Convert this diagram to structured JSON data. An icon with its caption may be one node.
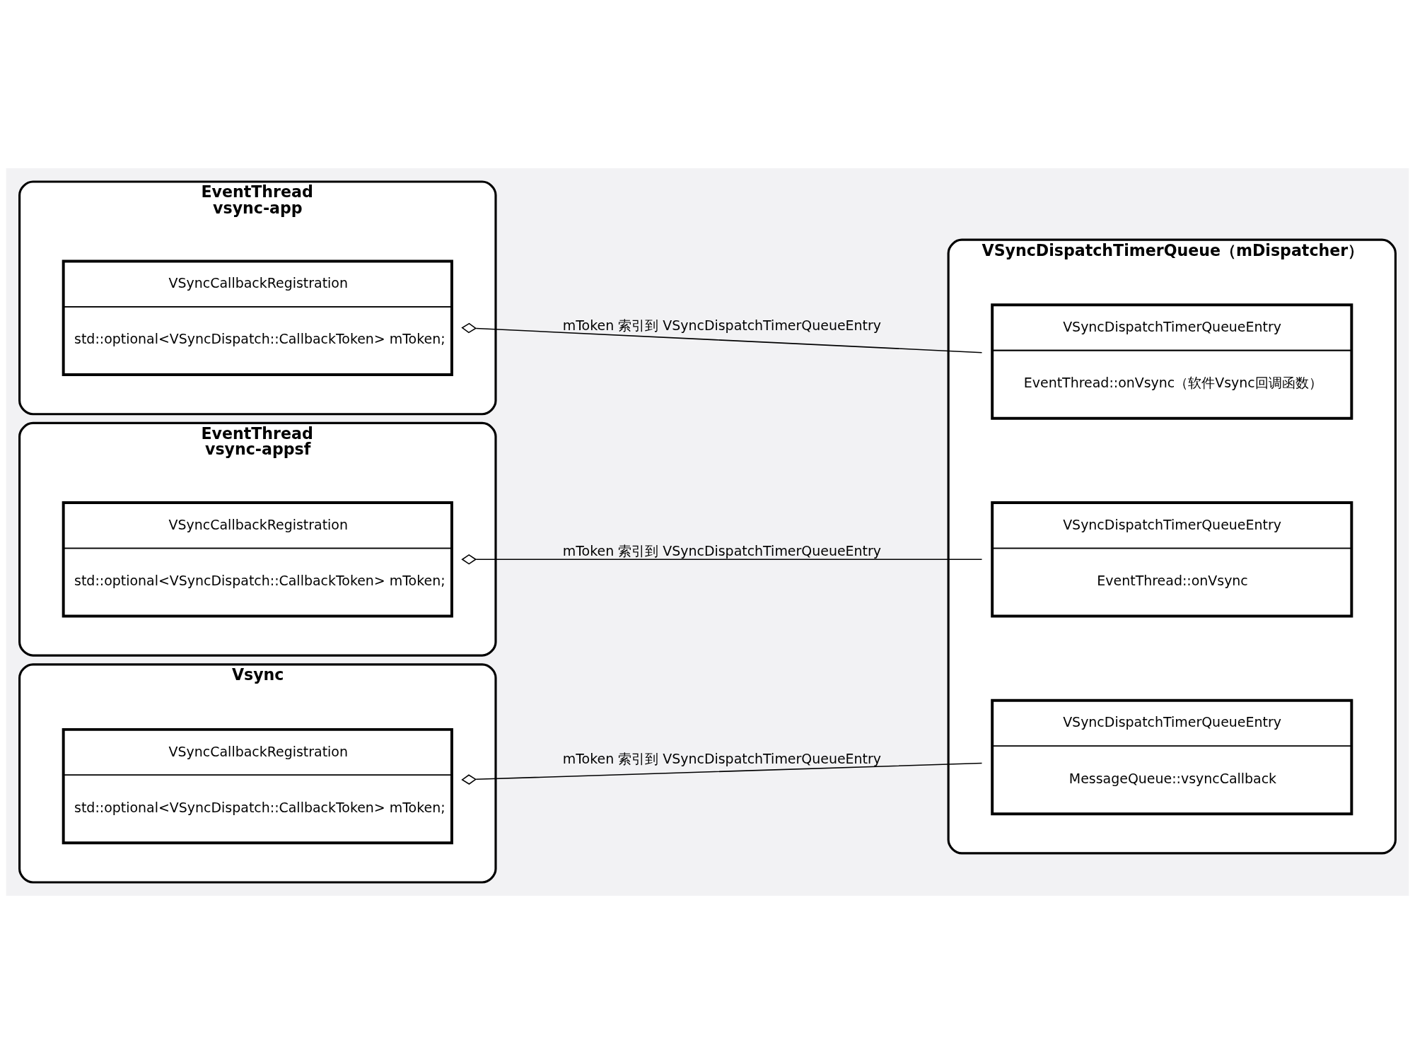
{
  "diagram": {
    "nodes": [
      {
        "text": [
          "EventThread",
          "vsync-app"
        ]
      },
      {
        "text": [
          "VSyncCallbackRegistration",
          "std::optional<VSyncDispatch::CallbackToken> mToken;"
        ],
        "in": 0
      },
      {
        "text": [
          "EventThread",
          "vsync-appsf"
        ]
      },
      {
        "text": [
          "VSyncCallbackRegistration",
          "std::optional<VSyncDispatch::CallbackToken> mToken;"
        ],
        "in": 2
      },
      {
        "text": [
          "Vsync"
        ]
      },
      {
        "text": [
          "VSyncCallbackRegistration",
          "std::optional<VSyncDispatch::CallbackToken> mToken;"
        ],
        "in": 4
      },
      {
        "text": [
          "VSyncDispatchTimerQueue（mDispatcher）"
        ]
      },
      {
        "text": [
          "VSyncDispatchTimerQueueEntry",
          "EventThread::onVsync（软件Vsync回调函数）"
        ],
        "in": 6
      },
      {
        "text": [
          "VSyncDispatchTimerQueueEntry",
          "EventThread::onVsync"
        ],
        "in": 6
      },
      {
        "text": [
          "VSyncDispatchTimerQueueEntry",
          "MessageQueue::vsyncCallback"
        ],
        "in": 6
      }
    ],
    "edges": [
      {
        "from": 1,
        "to": 7,
        "arrow": "other",
        "label": "mToken 索引到 VSyncDispatchTimerQueueEntry"
      },
      {
        "from": 3,
        "to": 8,
        "arrow": "other",
        "label": "mToken 索引到 VSyncDispatchTimerQueueEntry"
      },
      {
        "from": 5,
        "to": 9,
        "arrow": "other",
        "label": "mToken 索引到 VSyncDispatchTimerQueueEntry"
      }
    ]
  }
}
